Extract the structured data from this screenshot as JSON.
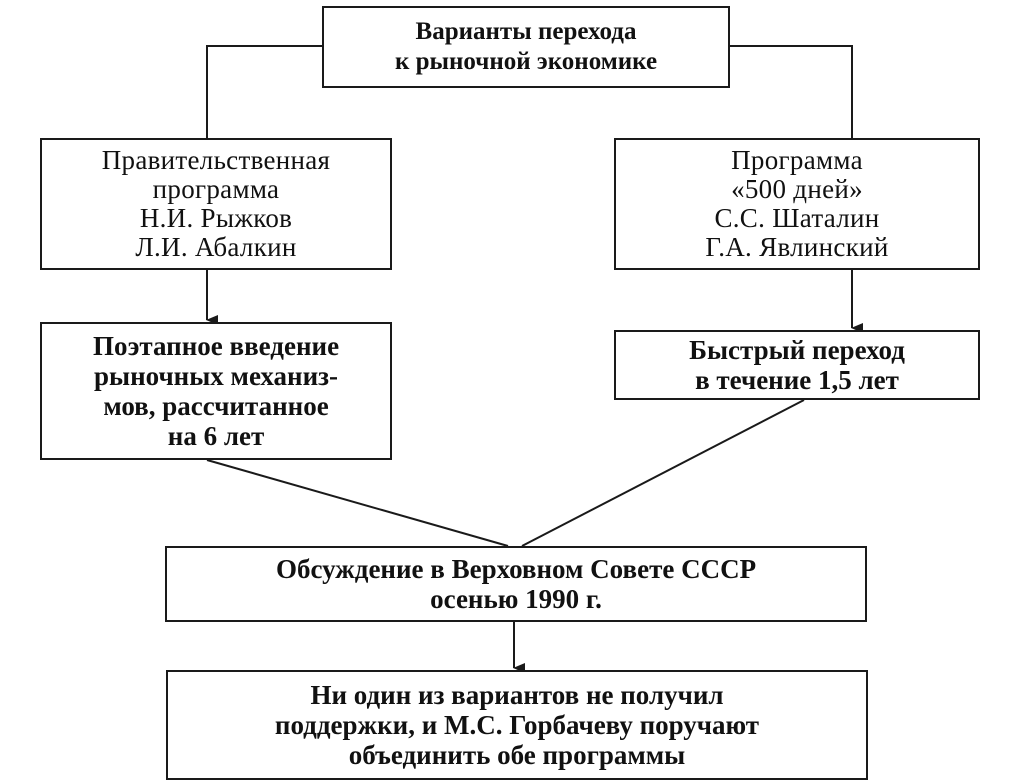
{
  "diagram": {
    "title": [
      "Варианты перехода",
      "к рыночной экономике"
    ],
    "left_program": [
      "Правительственная",
      "программа",
      "Н.И. Рыжков",
      "Л.И. Абалкин"
    ],
    "right_program": [
      "Программа",
      "«500 дней»",
      "С.С. Шаталин",
      "Г.А. Явлинский"
    ],
    "left_result": [
      "Поэтапное введение",
      "рыночных механиз-",
      "мов, рассчитанное",
      "на 6 лет"
    ],
    "right_result": [
      "Быстрый переход",
      "в течение 1,5 лет"
    ],
    "discussion": [
      "Обсуждение в Верховном Совете СССР",
      "осенью 1990 г."
    ],
    "outcome": [
      "Ни один из вариантов не получил",
      "поддержки, и М.С. Горбачеву поручают",
      "объединить обе программы"
    ]
  },
  "colors": {
    "line": "#1a1a1a",
    "background": "#ffffff",
    "text": "#111111"
  }
}
